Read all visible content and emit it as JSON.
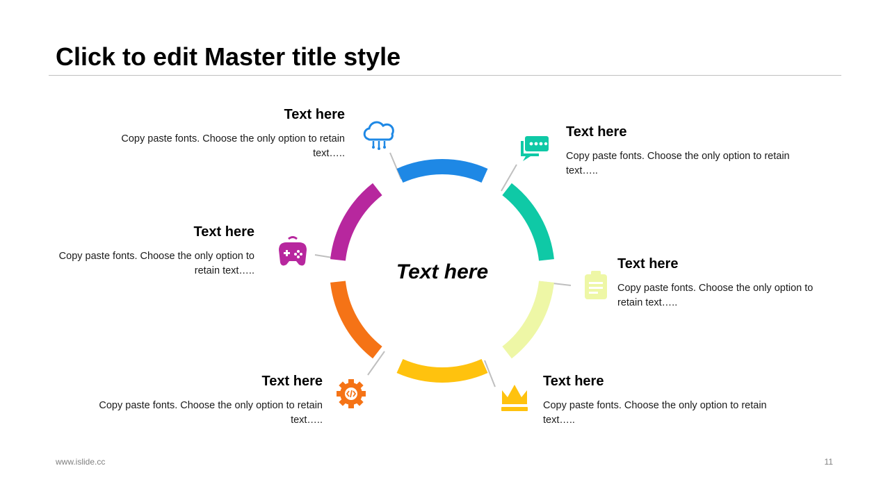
{
  "slide": {
    "title": "Click to edit Master title style",
    "center_text": "Text here",
    "footer_url": "www.islide.cc",
    "page_number": "11"
  },
  "items": [
    {
      "id": "top-left",
      "heading": "Text here",
      "body": "Copy paste fonts. Choose the only option to retain text…..",
      "color": "#1E88E5",
      "icon": "cloud-computing-icon"
    },
    {
      "id": "top-right",
      "heading": "Text here",
      "body": "Copy paste fonts. Choose the only option to retain text…..",
      "color": "#0FC9A6",
      "icon": "chat-icon"
    },
    {
      "id": "mid-left",
      "heading": "Text here",
      "body": "Copy paste fonts. Choose the only option to retain text…..",
      "color": "#B7279E",
      "icon": "gamepad-icon"
    },
    {
      "id": "mid-right",
      "heading": "Text here",
      "body": "Copy paste fonts. Choose the only option to retain text…..",
      "color": "#EEF7A6",
      "icon": "clipboard-icon"
    },
    {
      "id": "bottom-left",
      "heading": "Text here",
      "body": "Copy paste fonts. Choose the only option to retain text…..",
      "color": "#F57316",
      "icon": "code-gear-icon"
    },
    {
      "id": "bottom-right",
      "heading": "Text here",
      "body": "Copy paste fonts. Choose the only option to retain text…..",
      "color": "#FFC20E",
      "icon": "crown-icon"
    }
  ],
  "ring_segments": [
    {
      "name": "arc-blue",
      "color": "#1E88E5"
    },
    {
      "name": "arc-teal",
      "color": "#0FC9A6"
    },
    {
      "name": "arc-lime",
      "color": "#EEF7A6"
    },
    {
      "name": "arc-yellow",
      "color": "#FFC20E"
    },
    {
      "name": "arc-orange",
      "color": "#F57316"
    },
    {
      "name": "arc-magenta",
      "color": "#B7279E"
    }
  ],
  "connector_color": "#bfbfbf"
}
